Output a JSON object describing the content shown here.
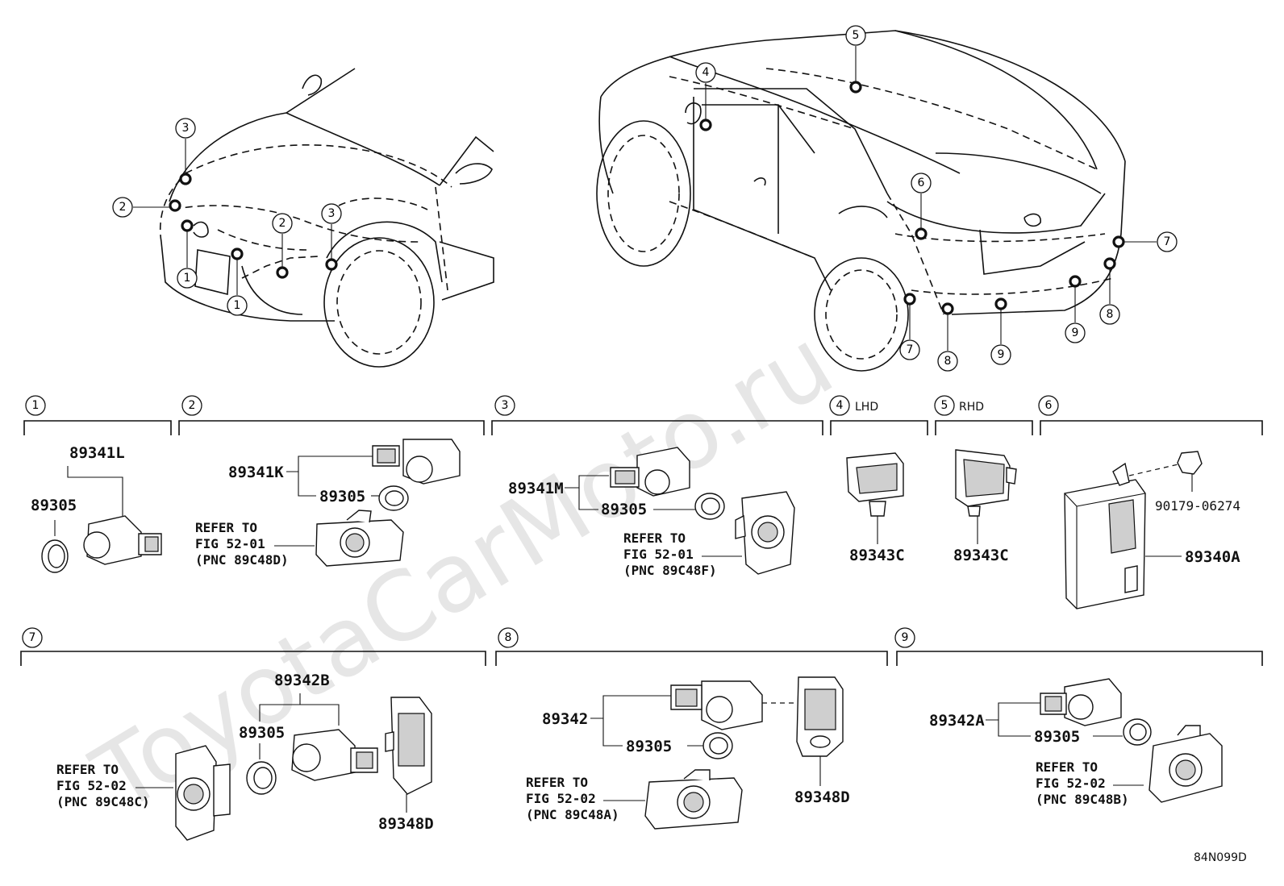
{
  "watermark": "ToyotaCarMoto.ru",
  "diagram_code": "84N099D",
  "sections": [
    {
      "id": "s1",
      "number": "1",
      "suffix": ""
    },
    {
      "id": "s2",
      "number": "2",
      "suffix": ""
    },
    {
      "id": "s3",
      "number": "3",
      "suffix": ""
    },
    {
      "id": "s4",
      "number": "4",
      "suffix": "LHD"
    },
    {
      "id": "s5",
      "number": "5",
      "suffix": "RHD"
    },
    {
      "id": "s6",
      "number": "6",
      "suffix": ""
    },
    {
      "id": "s7",
      "number": "7",
      "suffix": ""
    },
    {
      "id": "s8",
      "number": "8",
      "suffix": ""
    },
    {
      "id": "s9",
      "number": "9",
      "suffix": ""
    }
  ],
  "front_callouts": [
    "3",
    "2",
    "1",
    "2",
    "3",
    "1"
  ],
  "rear_callouts": [
    "5",
    "4",
    "6",
    "7",
    "8",
    "9",
    "7",
    "8",
    "9"
  ],
  "parts": {
    "s1": {
      "main": "89341L",
      "ring": "89305"
    },
    "s2": {
      "main": "89341K",
      "ring": "89305",
      "refer": [
        "REFER TO",
        "FIG 52-01",
        "(PNC 89C48D)"
      ]
    },
    "s3": {
      "main": "89341M",
      "ring": "89305",
      "refer": [
        "REFER TO",
        "FIG 52-01",
        "(PNC 89C48F)"
      ]
    },
    "s4": {
      "main": "89343C"
    },
    "s5": {
      "main": "89343C"
    },
    "s6": {
      "main": "89340A",
      "clip": "90179-06274"
    },
    "s7": {
      "main": "89342B",
      "ring": "89305",
      "bracket": "89348D",
      "refer": [
        "REFER TO",
        "FIG 52-02",
        "(PNC 89C48C)"
      ]
    },
    "s8": {
      "main": "89342",
      "ring": "89305",
      "bracket": "89348D",
      "refer": [
        "REFER TO",
        "FIG 52-02",
        "(PNC 89C48A)"
      ]
    },
    "s9": {
      "main": "89342A",
      "ring": "89305",
      "refer": [
        "REFER TO",
        "FIG 52-02",
        "(PNC 89C48B)"
      ]
    }
  }
}
